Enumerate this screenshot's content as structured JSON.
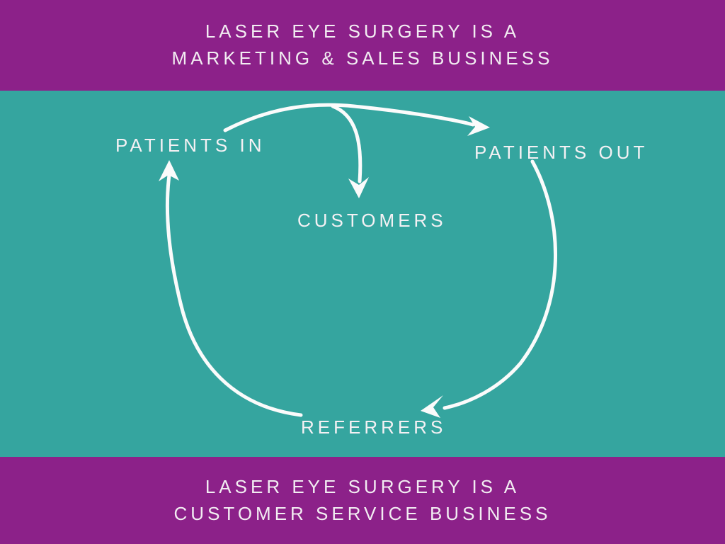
{
  "top_banner": {
    "line1": "LASER EYE SURGERY IS A",
    "line2": "MARKETING & SALES BUSINESS"
  },
  "bottom_banner": {
    "line1": "LASER EYE SURGERY IS A",
    "line2": "CUSTOMER SERVICE BUSINESS"
  },
  "diagram": {
    "labels": {
      "patients_in": "PATIENTS IN",
      "patients_out": "PATIENTS OUT",
      "customers": "CUSTOMERS",
      "referrers": "REFERRERS"
    },
    "flows": [
      {
        "from": "PATIENTS IN",
        "to": "PATIENTS OUT"
      },
      {
        "from": "PATIENTS IN",
        "to": "CUSTOMERS"
      },
      {
        "from": "PATIENTS OUT",
        "to": "REFERRERS"
      },
      {
        "from": "REFERRERS",
        "to": "PATIENTS IN"
      }
    ]
  },
  "colors": {
    "banner_bg": "#8c2189",
    "diagram_bg": "#35a59f",
    "text": "#f4f1f4",
    "arrow": "#fbfbfb"
  }
}
